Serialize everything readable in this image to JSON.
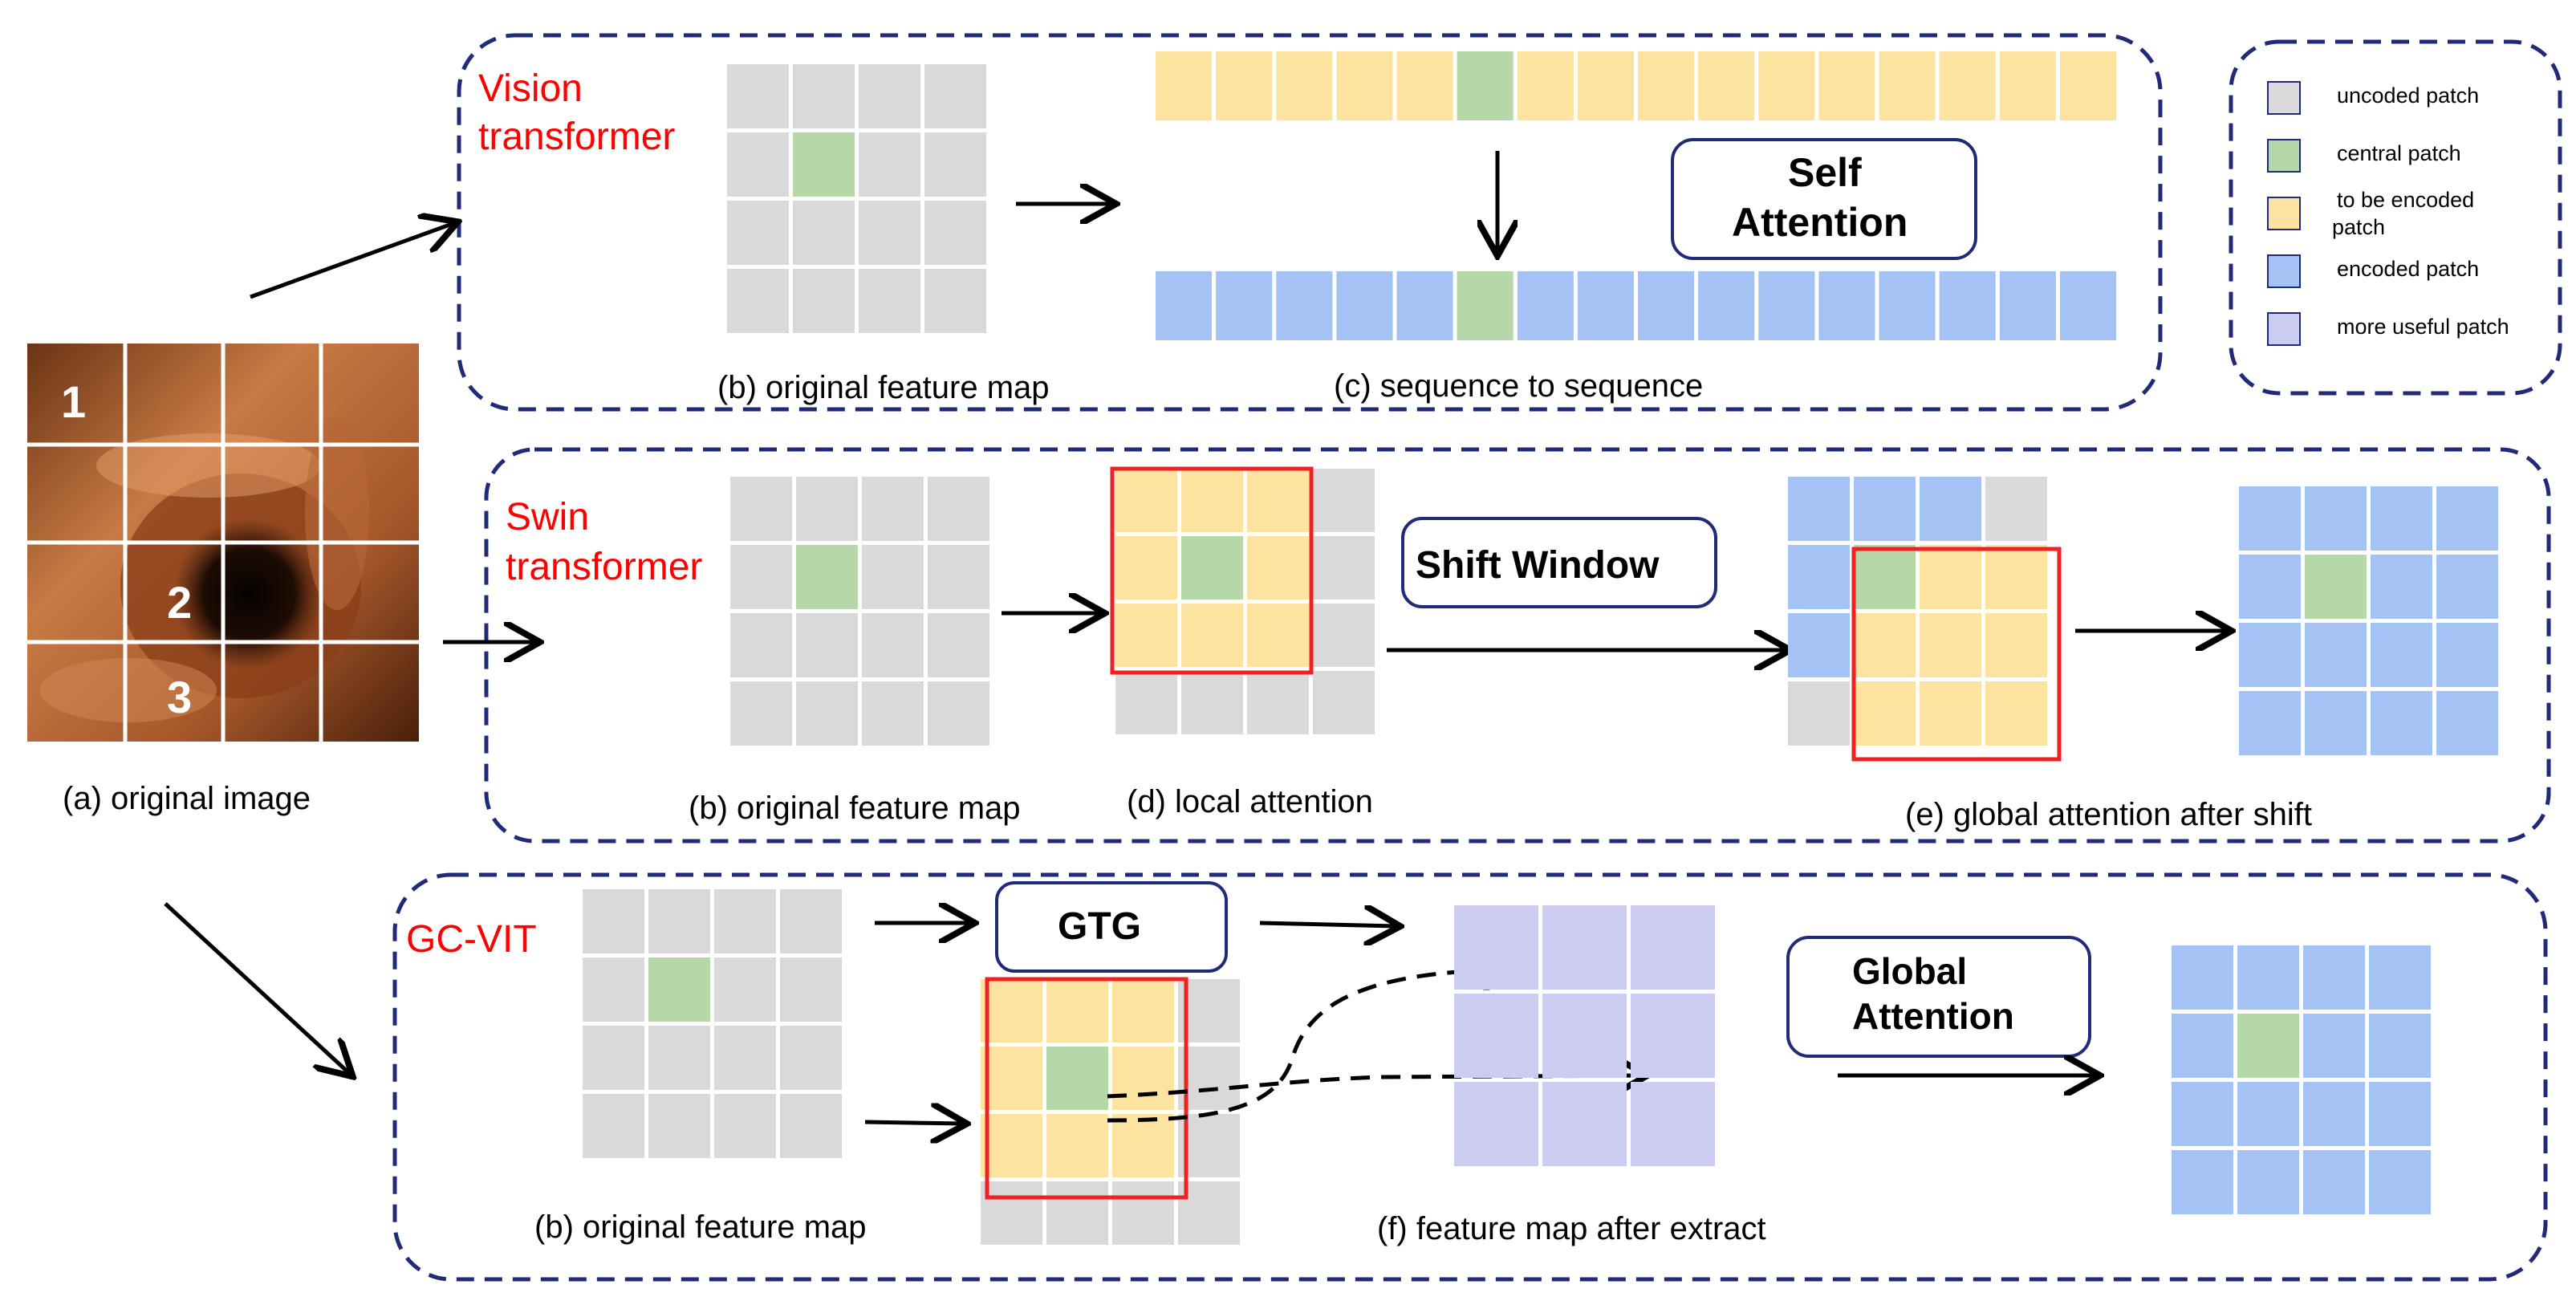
{
  "colors": {
    "uncoded": "#d9d9d9",
    "central": "#b6d7a8",
    "to_be_encoded": "#fde3a0",
    "encoded": "#a4c2f4",
    "more_useful": "#cccbf0",
    "panel_border": "#1f2a78",
    "section_title": "#ff0000",
    "window_border": "#ee2222",
    "arrow": "#000000"
  },
  "original_image": {
    "caption": "(a) original image",
    "numbers": [
      "1",
      "2",
      "3"
    ]
  },
  "vit": {
    "title_line1": "Vision",
    "title_line2": "transformer",
    "feature_map_caption": "(b) original feature map",
    "sequence_caption": "(c)  sequence to sequence",
    "attention_line1": "Self",
    "attention_line2": "Attention"
  },
  "swin": {
    "title_line1": "Swin",
    "title_line2": "transformer",
    "feature_map_caption": "(b) original feature map",
    "local_caption": "(d) local attention",
    "shift_label": "Shift Window",
    "global_caption": "(e) global attention after shift"
  },
  "gcvit": {
    "title": "GC-VIT",
    "feature_map_caption": "(b) original feature map",
    "gtg_label": "GTG",
    "extract_caption": "(f) feature map after extract",
    "attention_line1": "Global",
    "attention_line2": "Attention"
  },
  "legend": {
    "items": [
      {
        "key": "uncoded",
        "line1": "uncoded patch",
        "line2": ""
      },
      {
        "key": "central",
        "line1": "central patch",
        "line2": ""
      },
      {
        "key": "to_be_encoded",
        "line1": "to be encoded",
        "line2": "patch"
      },
      {
        "key": "encoded",
        "line1": "encoded patch",
        "line2": ""
      },
      {
        "key": "more_useful",
        "line1": "more useful patch",
        "line2": ""
      }
    ]
  }
}
